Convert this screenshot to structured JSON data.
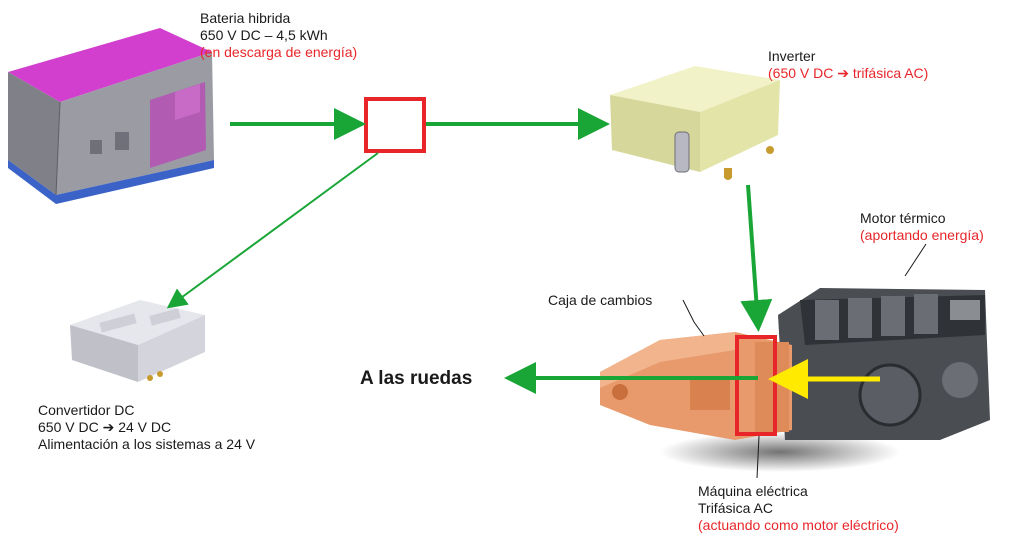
{
  "battery": {
    "title": "Bateria hibrida",
    "spec": "650 V DC – 4,5 kWh",
    "state": "(en descarga de energía)"
  },
  "inverter": {
    "title": "Inverter",
    "state": "(650 V DC ➔ trifásica AC)"
  },
  "thermal_engine": {
    "title": "Motor térmico",
    "state": "(aportando energía)"
  },
  "gearbox": {
    "title": "Caja de cambios"
  },
  "wheels": {
    "label": "A las ruedas"
  },
  "dc_converter": {
    "title": "Convertidor DC",
    "spec": "650 V DC ➔ 24 V DC",
    "note": "Alimentación a los sistemas a 24 V"
  },
  "electric_machine": {
    "title": "Máquina eléctrica",
    "spec": "Trifásica AC",
    "state": "(actuando como motor eléctrico)"
  },
  "colors": {
    "flow_arrow": "#1aa637",
    "junction_box": "#e8262a",
    "engine_flow": "#ffea00",
    "battery_top": "#d23fcf",
    "inverter_body": "#e3e4a8",
    "gearbox_body": "#e89a6c",
    "engine_body": "#4a4d52"
  }
}
